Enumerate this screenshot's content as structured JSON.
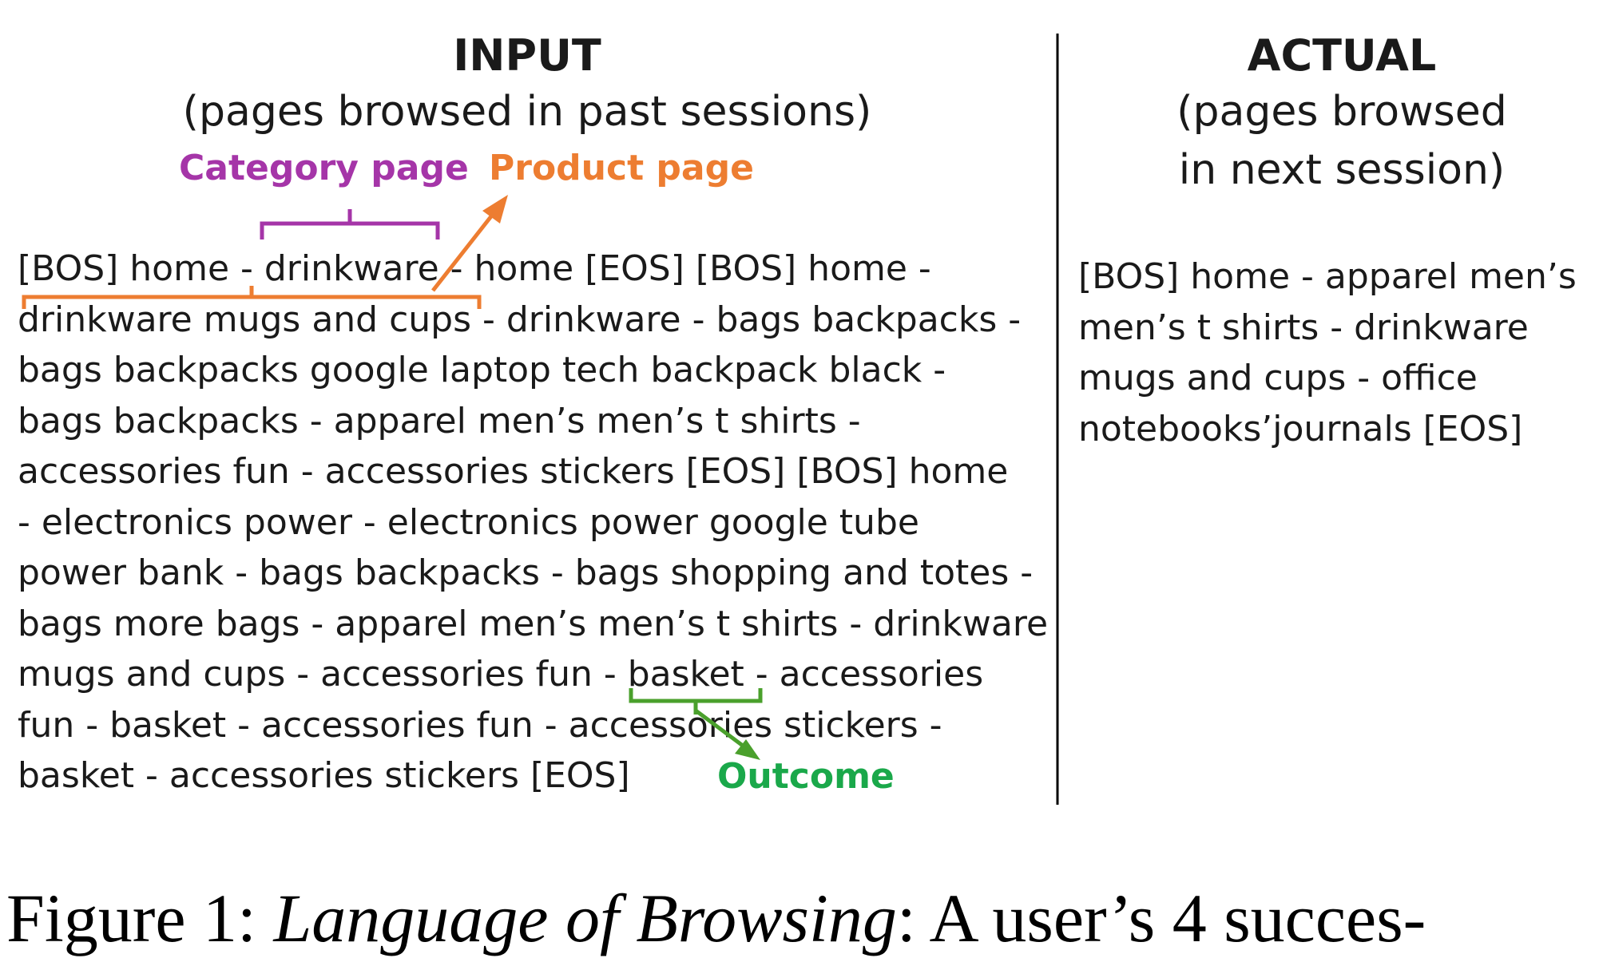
{
  "input": {
    "title": "INPUT",
    "subtitle": "(pages browsed in past sessions)",
    "annotations": {
      "category_page": "Category page",
      "product_page": "Product page",
      "outcome": "Outcome"
    },
    "lines": [
      "[BOS] home - drinkware - home [EOS] [BOS] home -",
      "drinkware mugs and cups - drinkware - bags backpacks -",
      "bags backpacks google laptop tech backpack black -",
      "bags backpacks - apparel men’s men’s t shirts -",
      "accessories fun - accessories stickers [EOS] [BOS] home",
      "- electronics power - electronics power google tube",
      "power bank - bags backpacks - bags shopping and totes -",
      "bags more bags - apparel men’s men’s t shirts - drinkware",
      "mugs and cups - accessories fun - basket - accessories",
      "fun - basket - accessories fun - accessories stickers -",
      "basket - accessories stickers [EOS]"
    ]
  },
  "actual": {
    "title": "ACTUAL",
    "subtitle_lines": [
      "(pages browsed",
      "in next session)"
    ],
    "lines": [
      "[BOS] home - apparel men’s",
      "men’s t shirts - drinkware",
      "mugs and cups - office",
      "notebooks’journals [EOS]"
    ]
  },
  "caption": {
    "prefix": "Figure 1:",
    "emphasis": "Language of Browsing",
    "rest": ": A user’s 4 succes-"
  },
  "colors": {
    "category": "#a535a8",
    "product": "#ed7d31",
    "outcome": "#1aa84a",
    "outcome_bracket": "#4aa02c",
    "divider": "#000000",
    "text": "#1a1a1a"
  }
}
